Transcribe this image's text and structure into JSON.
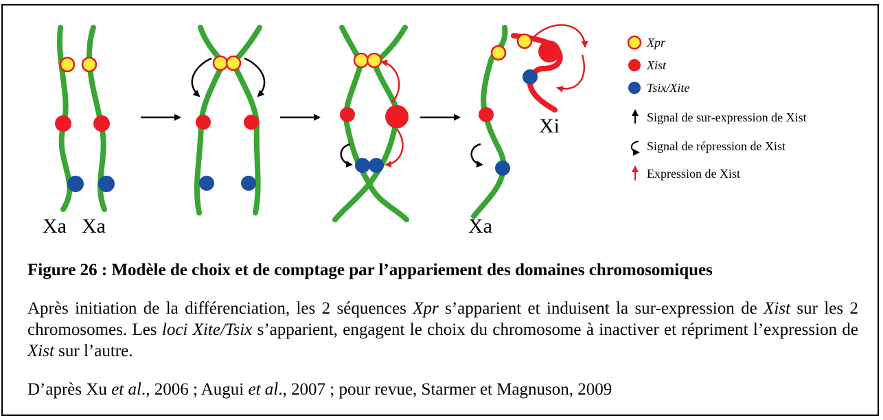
{
  "diagram": {
    "labels": {
      "xa1": "Xa",
      "xa2": "Xa",
      "xa3": "Xa",
      "xi": "Xi"
    },
    "legend": [
      {
        "icon": "xpr-yellow-circle",
        "text": "Xpr",
        "italic": true
      },
      {
        "icon": "xist-red-circle",
        "text": "Xist",
        "italic": true
      },
      {
        "icon": "tsix-blue-circle",
        "text": "Tsix/Xite",
        "italic": true
      },
      {
        "icon": "black-up-arrow",
        "text": "Signal de sur-expression de Xist",
        "italic": false
      },
      {
        "icon": "black-curved-arrow",
        "text": "Signal de répression de Xist",
        "italic": false
      },
      {
        "icon": "red-up-arrow",
        "text": "Expression de Xist",
        "italic": false
      }
    ],
    "colors": {
      "chromosome": "#3aa535",
      "xpr_fill": "#ffec3d",
      "xpr_stroke": "#e0201b",
      "xist": "#ed1c24",
      "tsix": "#1b4fa0",
      "red_arrow": "#e0201b"
    }
  },
  "caption": {
    "title_label": "Figure 26 :",
    "title_text": "Modèle de choix et de comptage par l’appariement des domaines chromosomiques",
    "body": {
      "s1": "Après initiation de la différenciation, les 2 séquences ",
      "s2": "Xpr",
      "s3": " s’apparient et induisent la sur-expression de ",
      "s4": "Xist",
      "s5": " sur les 2 chromosomes. Les ",
      "s6": "loci Xite/Tsix",
      "s7": " s’apparient, engagent le choix du chromosome à inactiver et répriment l’expression de ",
      "s8": "Xist",
      "s9": " sur l’autre."
    },
    "source": {
      "s1": "D’après Xu ",
      "s2": "et al",
      "s3": "., 2006 ; Augui ",
      "s4": "et al",
      "s5": "., 2007 ; pour revue, Starmer et Magnuson, 2009"
    }
  }
}
